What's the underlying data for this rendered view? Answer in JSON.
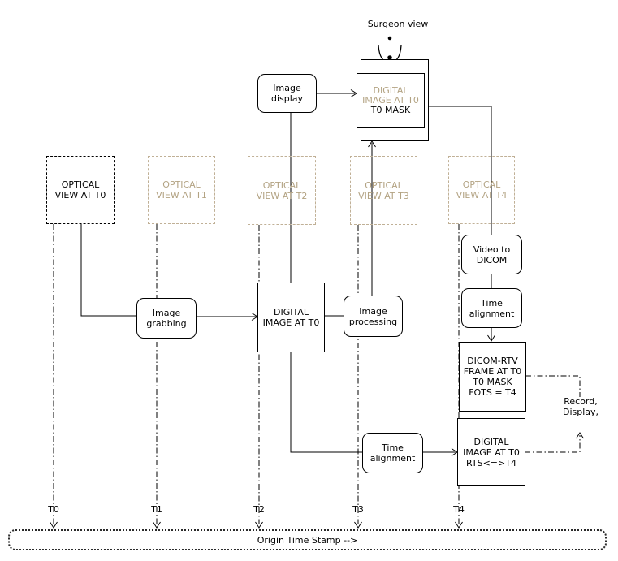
{
  "surgeon_view_label": "Surgeon view",
  "mask": {
    "digital_image": "DIGITAL\nIMAGE AT T0",
    "mask_label": "T0 MASK"
  },
  "process_boxes": {
    "image_display": "Image\ndisplay",
    "image_grabbing": "Image\ngrabbing",
    "image_processing": "Image\nprocessing",
    "video_to_dicom": "Video to\nDICOM",
    "time_alignment_right": "Time\nalignment",
    "time_alignment_bottom": "Time\nalignment"
  },
  "data_boxes": {
    "digital_image_t0": "DIGITAL\nIMAGE AT T0",
    "dicom_rtv_frame": "DICOM-RTV\nFRAME AT T0\nT0 MASK\nFOTS = T4",
    "digital_image_rts": "DIGITAL\nIMAGE AT T0\nRTS<=>T4"
  },
  "optical_views": [
    {
      "label": "OPTICAL\nVIEW AT T0",
      "emphasis": "current"
    },
    {
      "label": "OPTICAL\nVIEW AT T1",
      "emphasis": "past"
    },
    {
      "label": "OPTICAL\nVIEW AT T2",
      "emphasis": "past"
    },
    {
      "label": "OPTICAL\nVIEW AT T3",
      "emphasis": "past"
    },
    {
      "label": "OPTICAL\nVIEW AT T4",
      "emphasis": "past"
    }
  ],
  "annotations": {
    "record_display": "Record,\nDisplay,"
  },
  "timeline": {
    "ticks": [
      "T0",
      "T1",
      "T2",
      "T3",
      "T4"
    ],
    "origin_label": "Origin Time Stamp --&gt;"
  },
  "colors": {
    "tan_text": "#b3a383",
    "tan_border": "#c0b096",
    "ink": "#000000"
  }
}
